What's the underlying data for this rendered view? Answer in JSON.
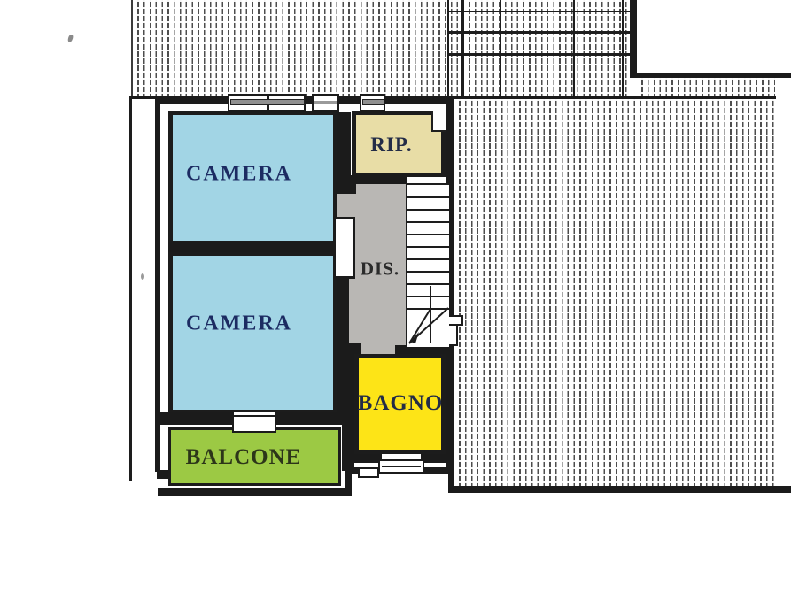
{
  "plan": {
    "type": "apartment floor plan (scanned drawing)",
    "language": "it",
    "rooms": {
      "camera1": {
        "label": "CAMERA",
        "fill": "#a2d5e5"
      },
      "camera2": {
        "label": "CAMERA",
        "fill": "#a2d5e5"
      },
      "rip": {
        "label": "RIP.",
        "fill": "#e8dda6"
      },
      "dis": {
        "label": "DIS.",
        "fill": "#b9b7b4"
      },
      "bagno": {
        "label": "BAGNO",
        "fill": "#fde417"
      },
      "balcone": {
        "label": "BALCONE",
        "fill": "#9cc944"
      }
    },
    "ink": {
      "camera": "#1c2b62",
      "rip": "#232c47",
      "dis": "#2b2b2b",
      "bagno": "#232c47",
      "balcone": "#2c3519"
    },
    "colors": {
      "wall": "#1b1b1b",
      "line": "#1d1d1d",
      "hatch_line": "#4d4d4d",
      "paper": "#ffffff"
    },
    "stairs": {
      "treads": 11
    },
    "openings": {
      "top_wall_windows": 3,
      "right_wall_windows": 1,
      "bagno_windows": 1,
      "balcony_doors": 1,
      "interior_door_leaves": 1
    }
  }
}
